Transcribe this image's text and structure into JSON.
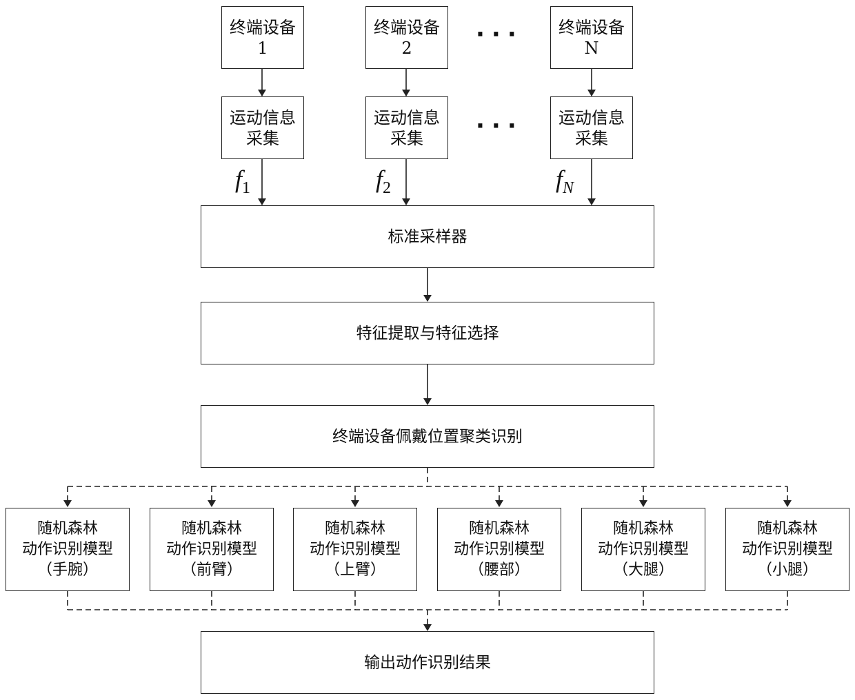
{
  "devices": [
    {
      "line1": "终端设备",
      "line2": "1"
    },
    {
      "line1": "终端设备",
      "line2": "2"
    },
    {
      "line1": "终端设备",
      "line2": "N"
    }
  ],
  "collect": [
    {
      "line1": "运动信息",
      "line2": "采集"
    },
    {
      "line1": "运动信息",
      "line2": "采集"
    },
    {
      "line1": "运动信息",
      "line2": "采集"
    }
  ],
  "ellipsis": "···",
  "signals": [
    {
      "base": "f",
      "sub": "1"
    },
    {
      "base": "f",
      "sub": "2"
    },
    {
      "base": "f",
      "sub": "N"
    }
  ],
  "sampler": "标准采样器",
  "feature": "特征提取与特征选择",
  "cluster": "终端设备佩戴位置聚类识别",
  "models": [
    {
      "line1": "随机森林",
      "line2": "动作识别模型",
      "line3": "（手腕）"
    },
    {
      "line1": "随机森林",
      "line2": "动作识别模型",
      "line3": "（前臂）"
    },
    {
      "line1": "随机森林",
      "line2": "动作识别模型",
      "line3": "（上臂）"
    },
    {
      "line1": "随机森林",
      "line2": "动作识别模型",
      "line3": "（腰部）"
    },
    {
      "line1": "随机森林",
      "line2": "动作识别模型",
      "line3": "（大腿）"
    },
    {
      "line1": "随机森林",
      "line2": "动作识别模型",
      "line3": "（小腿）"
    }
  ],
  "output": "输出动作识别结果"
}
